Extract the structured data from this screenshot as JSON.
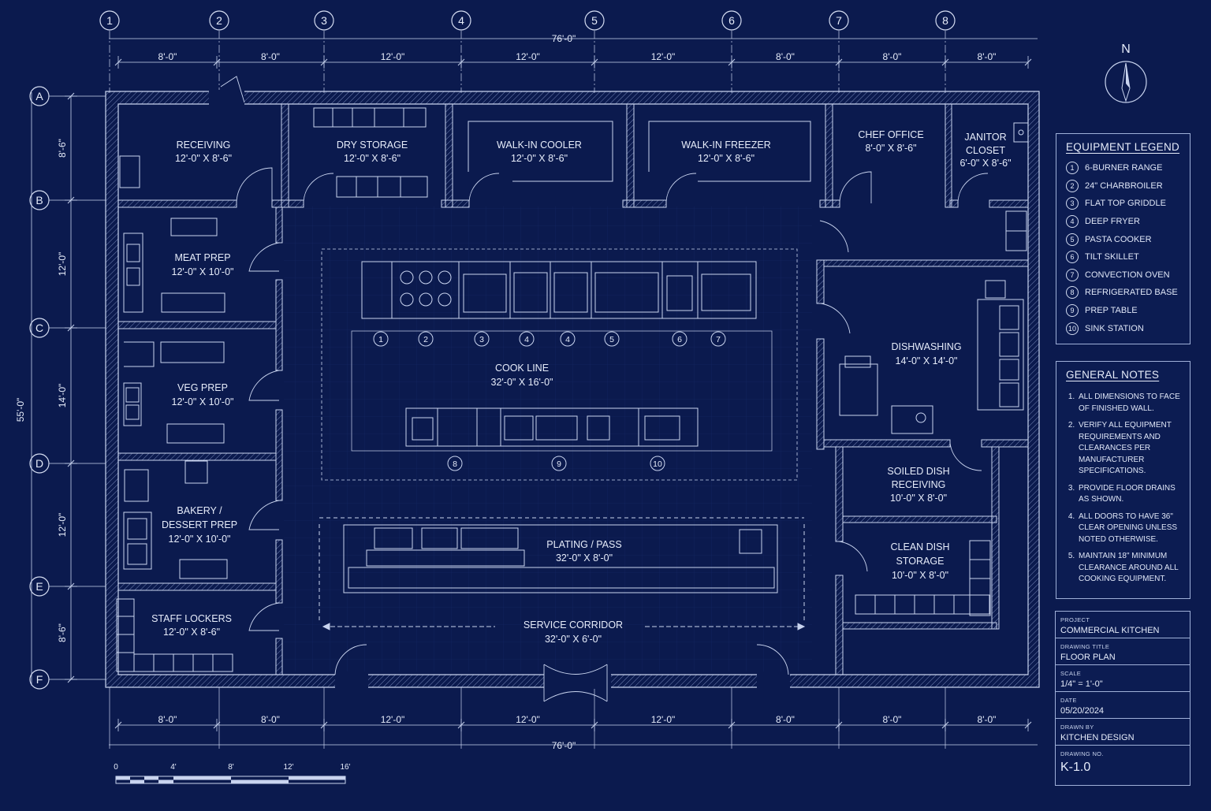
{
  "colors": {
    "background": "#0b1a4e",
    "linework": "#c9d4ef",
    "text": "#e6ecfa"
  },
  "grid": {
    "columns": [
      "1",
      "2",
      "3",
      "4",
      "5",
      "6",
      "7",
      "8"
    ],
    "rows": [
      "A",
      "B",
      "C",
      "D",
      "E",
      "F"
    ]
  },
  "dimensions": {
    "overall_width": "76'-0\"",
    "overall_depth": "55'-0\"",
    "top_segments": [
      "8'-0\"",
      "8'-0\"",
      "12'-0\"",
      "12'-0\"",
      "12'-0\"",
      "8'-0\"",
      "8'-0\"",
      "8'-0\""
    ],
    "bottom_segments": [
      "8'-0\"",
      "8'-0\"",
      "12'-0\"",
      "12'-0\"",
      "12'-0\"",
      "8'-0\"",
      "8'-0\"",
      "8'-0\""
    ],
    "left_segments": [
      "8'-6\"",
      "12'-0\"",
      "14'-0\"",
      "12'-0\"",
      "8'-6\""
    ]
  },
  "north": "N",
  "rooms": {
    "receiving": {
      "name": "RECEIVING",
      "size": "12'-0\" X 8'-6\""
    },
    "dry_storage": {
      "name": "DRY STORAGE",
      "size": "12'-0\" X 8'-6\""
    },
    "walk_in_cooler": {
      "name": "WALK-IN COOLER",
      "size": "12'-0\" X 8'-6\""
    },
    "walk_in_freezer": {
      "name": "WALK-IN FREEZER",
      "size": "12'-0\" X 8'-6\""
    },
    "chef_office": {
      "name": "CHEF OFFICE",
      "size": "8'-0\" X 8'-6\""
    },
    "janitor_closet": {
      "name_line1": "JANITOR",
      "name_line2": "CLOSET",
      "size": "6'-0\" X 8'-6\""
    },
    "meat_prep": {
      "name": "MEAT PREP",
      "size": "12'-0\" X 10'-0\""
    },
    "veg_prep": {
      "name": "VEG PREP",
      "size": "12'-0\" X 10'-0\""
    },
    "bakery": {
      "name_line1": "BAKERY /",
      "name_line2": "DESSERT PREP",
      "size": "12'-0\" X 10'-0\""
    },
    "staff_lockers": {
      "name": "STAFF LOCKERS",
      "size": "12'-0\" X 8'-6\""
    },
    "cook_line": {
      "name": "COOK LINE",
      "size": "32'-0\" X 16'-0\""
    },
    "plating_pass": {
      "name": "PLATING / PASS",
      "size": "32'-0\" X 8'-0\""
    },
    "service_corridor": {
      "name": "SERVICE CORRIDOR",
      "size": "32'-0\" X 6'-0\""
    },
    "dishwashing": {
      "name": "DISHWASHING",
      "size": "14'-0\" X 14'-0\""
    },
    "soiled_dish": {
      "name_line1": "SOILED DISH",
      "name_line2": "RECEIVING",
      "size": "10'-0\" X 8'-0\""
    },
    "clean_dish": {
      "name_line1": "CLEAN DISH",
      "name_line2": "STORAGE",
      "size": "10'-0\" X 8'-0\""
    }
  },
  "equipment_tags": {
    "top_line": [
      "1",
      "2",
      "3",
      "4",
      "4",
      "5",
      "6",
      "7"
    ],
    "bottom_line": [
      "8",
      "9",
      "10"
    ]
  },
  "legend": {
    "title": "EQUIPMENT LEGEND",
    "items": [
      {
        "num": "1",
        "label": "6-BURNER RANGE"
      },
      {
        "num": "2",
        "label": "24\" CHARBROILER"
      },
      {
        "num": "3",
        "label": "FLAT TOP GRIDDLE"
      },
      {
        "num": "4",
        "label": "DEEP FRYER"
      },
      {
        "num": "5",
        "label": "PASTA COOKER"
      },
      {
        "num": "6",
        "label": "TILT SKILLET"
      },
      {
        "num": "7",
        "label": "CONVECTION OVEN"
      },
      {
        "num": "8",
        "label": "REFRIGERATED BASE"
      },
      {
        "num": "9",
        "label": "PREP TABLE"
      },
      {
        "num": "10",
        "label": "SINK STATION"
      }
    ]
  },
  "notes": {
    "title": "GENERAL NOTES",
    "items": [
      "ALL DIMENSIONS TO FACE OF FINISHED WALL.",
      "VERIFY ALL EQUIPMENT REQUIREMENTS AND CLEARANCES PER MANUFACTURER SPECIFICATIONS.",
      "PROVIDE FLOOR DRAINS AS SHOWN.",
      "ALL DOORS TO HAVE 36\" CLEAR OPENING UNLESS NOTED OTHERWISE.",
      "MAINTAIN 18\" MINIMUM CLEARANCE AROUND ALL COOKING EQUIPMENT."
    ]
  },
  "title_block": {
    "project_label": "PROJECT",
    "project": "COMMERCIAL KITCHEN",
    "drawing_title_label": "DRAWING TITLE",
    "drawing_title": "FLOOR PLAN",
    "scale_label": "SCALE",
    "scale": "1/4\" = 1'-0\"",
    "date_label": "DATE",
    "date": "05/20/2024",
    "drawn_by_label": "DRAWN BY",
    "drawn_by": "KITCHEN DESIGN",
    "drawing_no_label": "DRAWING NO.",
    "drawing_no": "K-1.0"
  },
  "scale_bar": [
    "0",
    "4'",
    "8'",
    "12'",
    "16'"
  ]
}
